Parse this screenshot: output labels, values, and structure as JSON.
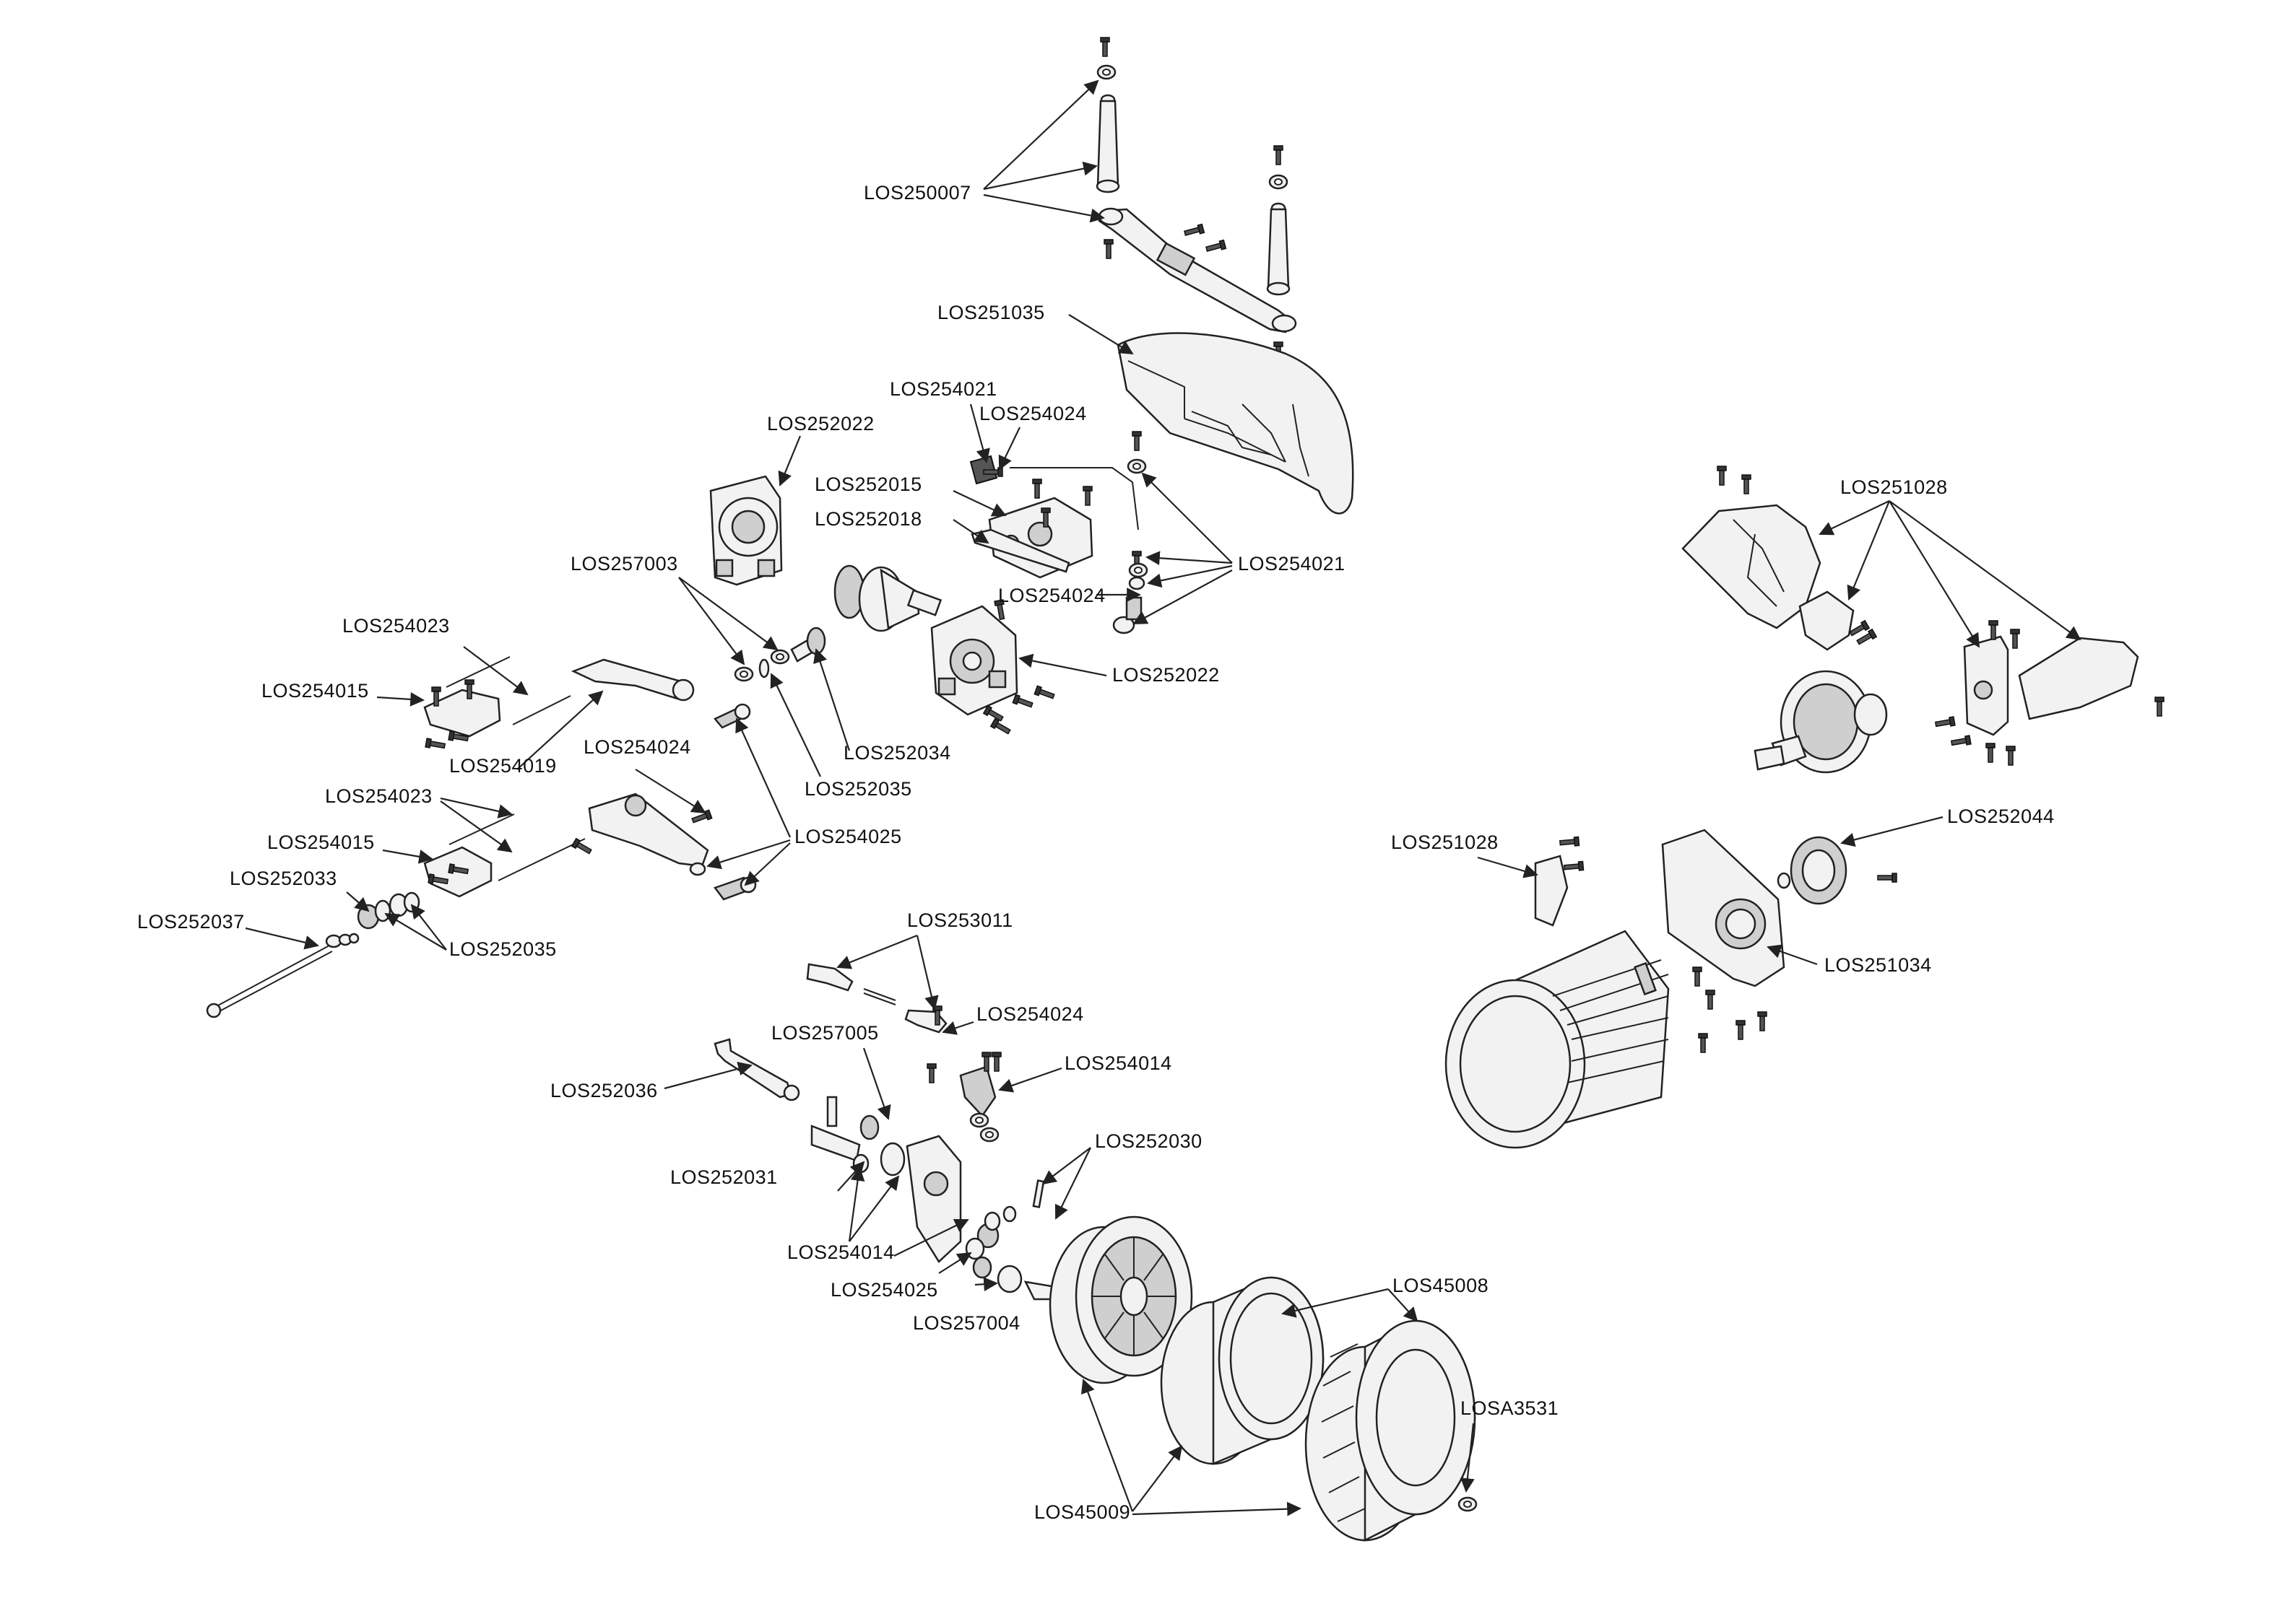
{
  "labels": {
    "l01": "LOS250007",
    "l02": "LOS251035",
    "l03": "LOS254021",
    "l04": "LOS254024",
    "l05": "LOS252022",
    "l06": "LOS252015",
    "l07": "LOS252018",
    "l08": "LOS257003",
    "l09": "LOS254021",
    "l10": "LOS254024",
    "l11": "LOS252022",
    "l12": "LOS254023",
    "l13": "LOS254015",
    "l14": "LOS252034",
    "l15": "LOS254019",
    "l16": "LOS252035",
    "l17": "LOS254024",
    "l18": "LOS254023",
    "l19": "LOS254025",
    "l20": "LOS254015",
    "l21": "LOS252033",
    "l22": "LOS252035",
    "l23": "LOS252037",
    "l24": "LOS253011",
    "l25": "LOS254024",
    "l26": "LOS257005",
    "l27": "LOS254014",
    "l28": "LOS252036",
    "l29": "LOS252030",
    "l30": "LOS252031",
    "l31": "LOS254014",
    "l32": "LOS254025",
    "l33": "LOS45008",
    "l34": "LOS257004",
    "l35": "LOSA3531",
    "l36": "LOS45009",
    "l37": "LOS251028",
    "l38": "LOS252044",
    "l39": "LOS251028",
    "l40": "LOS251034"
  }
}
